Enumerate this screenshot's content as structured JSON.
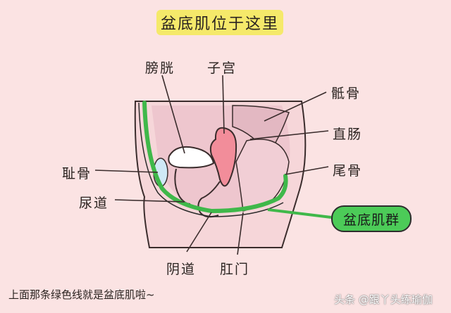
{
  "title": "盆底肌位于这里",
  "labels": {
    "bladder": "膀胱",
    "uterus": "子宫",
    "sacrum": "骶骨",
    "rectum": "直肠",
    "coccyx": "尾骨",
    "pubis": "耻骨",
    "urethra": "尿道",
    "vagina": "阴道",
    "anus": "肛门"
  },
  "highlight_label": "盆底肌群",
  "caption": "上面那条绿色线就是盆底肌啦~",
  "watermark": "头条 @跟丫头练瑜伽",
  "colors": {
    "background": "#fbe3e3",
    "title_bg": "#f5e96a",
    "muscle_green": "#3fb84a",
    "tag_green": "#4ccb58",
    "body_fill": "#f6d6d9",
    "uterus_pink": "#f28d9a"
  }
}
